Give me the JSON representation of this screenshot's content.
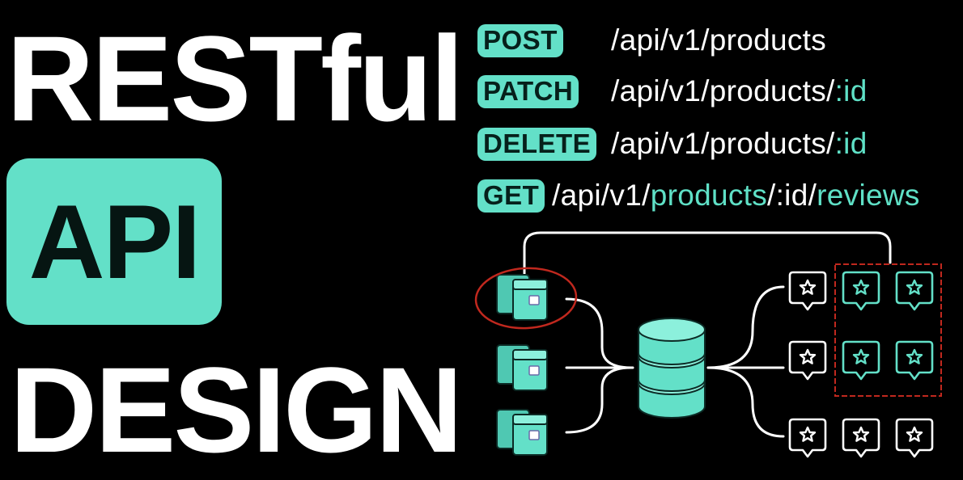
{
  "title": {
    "line1": "RESTful",
    "badge": "API",
    "line3": "DESIGN"
  },
  "colors": {
    "accent": "#63e0c8",
    "background": "#000000",
    "text": "#ffffff",
    "highlight": "#c0281e"
  },
  "routes": [
    {
      "method": "POST",
      "segments": [
        {
          "text": "/api/v1/products",
          "accent": false
        }
      ]
    },
    {
      "method": "PATCH",
      "segments": [
        {
          "text": "/api/v1/products/",
          "accent": false
        },
        {
          "text": ":id",
          "accent": true
        }
      ]
    },
    {
      "method": "DELETE",
      "segments": [
        {
          "text": "/api/v1/products/",
          "accent": false
        },
        {
          "text": ":id",
          "accent": true
        }
      ]
    },
    {
      "method": "GET",
      "segments": [
        {
          "text": "/api/v1/",
          "accent": false
        },
        {
          "text": "products",
          "accent": true
        },
        {
          "text": "/:id/",
          "accent": false
        },
        {
          "text": "reviews",
          "accent": true
        }
      ]
    }
  ],
  "diagram": {
    "products": [
      {
        "icon": "product-box-icon",
        "highlighted": true
      },
      {
        "icon": "product-box-icon",
        "highlighted": false
      },
      {
        "icon": "product-box-icon",
        "highlighted": false
      }
    ],
    "database_icon": "database-icon",
    "review_rows": [
      [
        {
          "icon": "review-star-icon",
          "selected": false
        },
        {
          "icon": "review-star-icon",
          "selected": true
        },
        {
          "icon": "review-star-icon",
          "selected": true
        }
      ],
      [
        {
          "icon": "review-star-icon",
          "selected": false
        },
        {
          "icon": "review-star-icon",
          "selected": true
        },
        {
          "icon": "review-star-icon",
          "selected": true
        }
      ],
      [
        {
          "icon": "review-star-icon",
          "selected": false
        },
        {
          "icon": "review-star-icon",
          "selected": false
        },
        {
          "icon": "review-star-icon",
          "selected": false
        }
      ]
    ]
  }
}
